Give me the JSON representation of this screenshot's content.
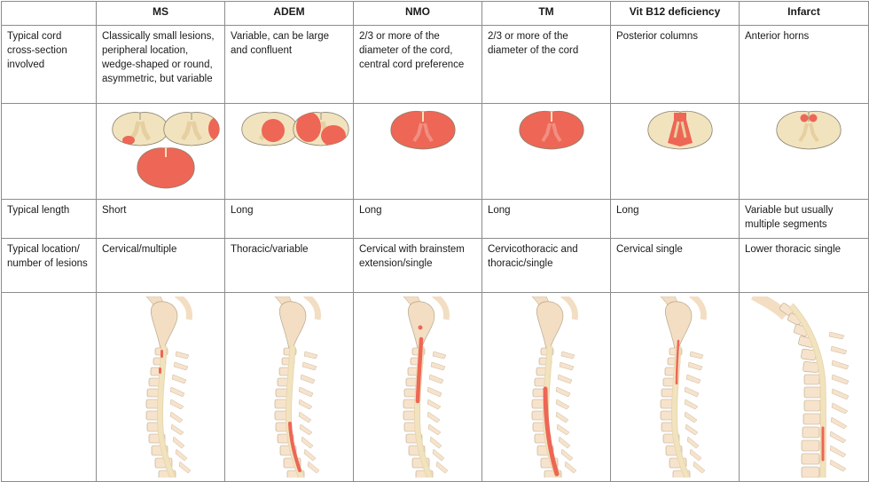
{
  "columns": [
    "MS",
    "ADEM",
    "NMO",
    "TM",
    "Vit B12 deficiency",
    "Infarct"
  ],
  "rows": {
    "cross_section": {
      "label": "Typical cord cross-section involved",
      "values": [
        "Classically small lesions, peripheral location, wedge-shaped or round, asymmetric, but variable",
        "Variable, can be large and confluent",
        "2/3 or more of the diameter of the cord, central cord preference",
        "2/3 or more of the diameter of the cord",
        "Posterior columns",
        "Anterior horns"
      ]
    },
    "length": {
      "label": "Typical length",
      "values": [
        "Short",
        "Long",
        "Long",
        "Long",
        "Long",
        "Variable but usually multiple segments"
      ]
    },
    "location": {
      "label": "Typical location/ number of lesions",
      "values": [
        "Cervical/multiple",
        "Thoracic/variable",
        "Cervical with brainstem extension/single",
        "Cervicothoracic and thoracic/single",
        "Cervical single",
        "Lower thoracic single"
      ]
    }
  },
  "colors": {
    "lesion": "#ee6655",
    "cord": "#f2e3bf",
    "cord_outline": "#8a8270",
    "vertebra": "#f3dec3",
    "border": "#8c8c8c"
  }
}
